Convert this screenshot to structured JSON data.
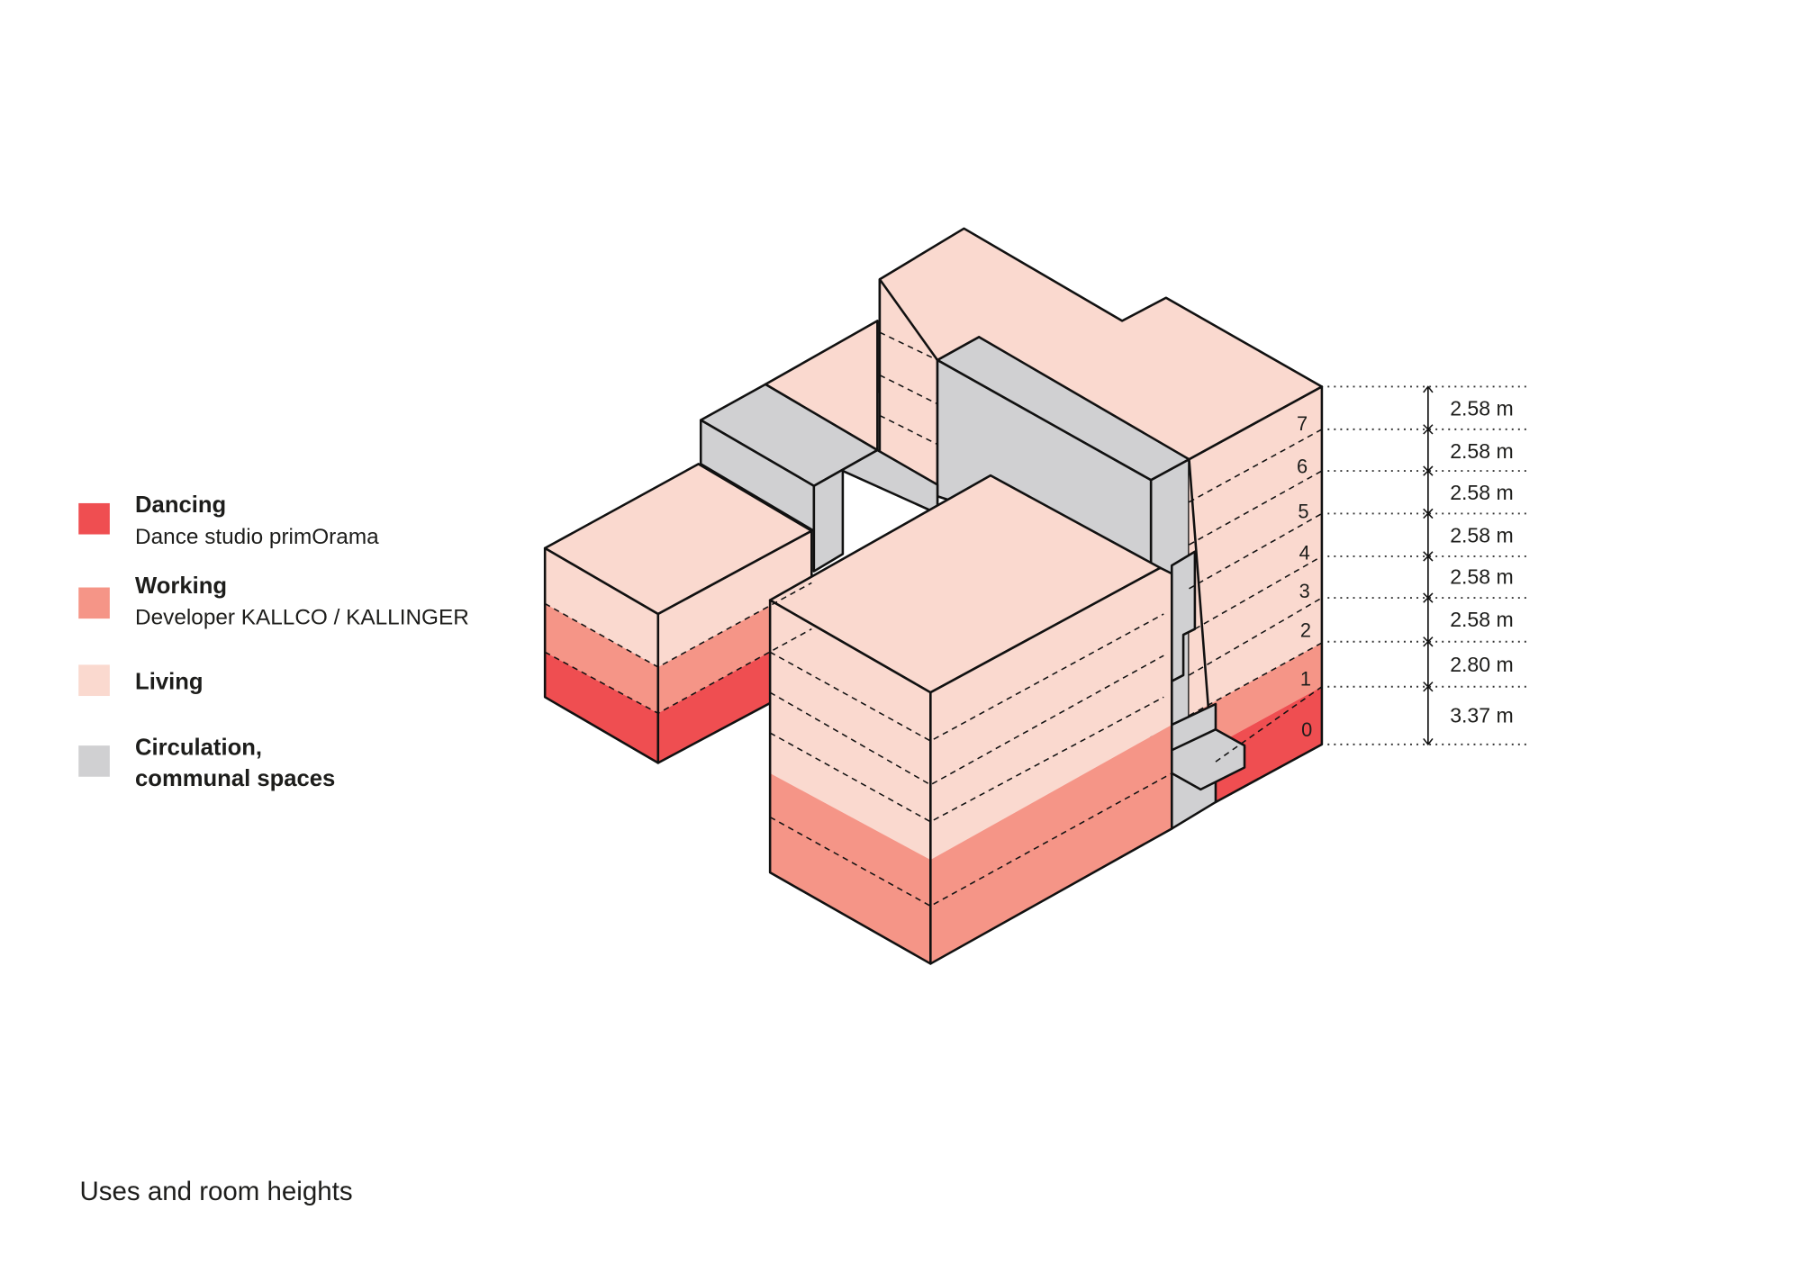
{
  "legend": [
    {
      "title": "Dancing",
      "subtitle": "Dance studio primOrama",
      "color": "#ef4e51"
    },
    {
      "title": "Working",
      "subtitle": "Developer KALLCO / KALLINGER",
      "color": "#f59587"
    },
    {
      "title": "Living",
      "color": "#fad9cf"
    },
    {
      "title": "Circulation,",
      "title2": "communal spaces",
      "color": "#d0d0d2"
    }
  ],
  "floors": [
    "7",
    "6",
    "5",
    "4",
    "3",
    "2",
    "1",
    "0"
  ],
  "heights": [
    "2.58 m",
    "2.58 m",
    "2.58 m",
    "2.58 m",
    "2.58 m",
    "2.58 m",
    "2.80 m",
    "3.37 m"
  ],
  "caption": "Uses and room heights"
}
